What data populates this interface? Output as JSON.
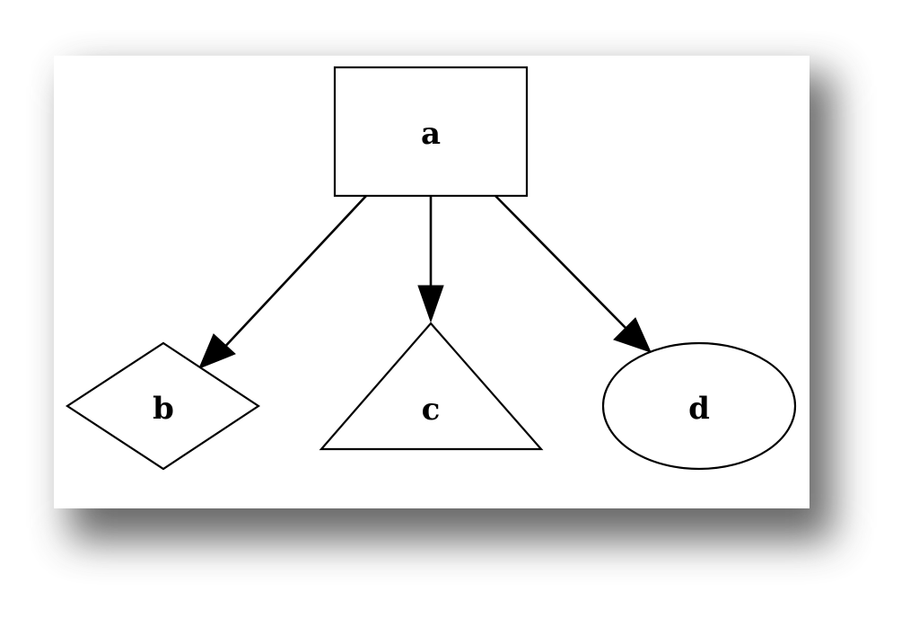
{
  "diagram": {
    "nodes": [
      {
        "id": "a",
        "label": "a",
        "shape": "box"
      },
      {
        "id": "b",
        "label": "b",
        "shape": "diamond"
      },
      {
        "id": "c",
        "label": "c",
        "shape": "triangle"
      },
      {
        "id": "d",
        "label": "d",
        "shape": "ellipse"
      }
    ],
    "edges": [
      {
        "from": "a",
        "to": "b"
      },
      {
        "from": "a",
        "to": "c"
      },
      {
        "from": "a",
        "to": "d"
      }
    ],
    "colors": {
      "stroke": "#000000",
      "fill": "#ffffff",
      "shadow": "#5a5a5a"
    }
  }
}
